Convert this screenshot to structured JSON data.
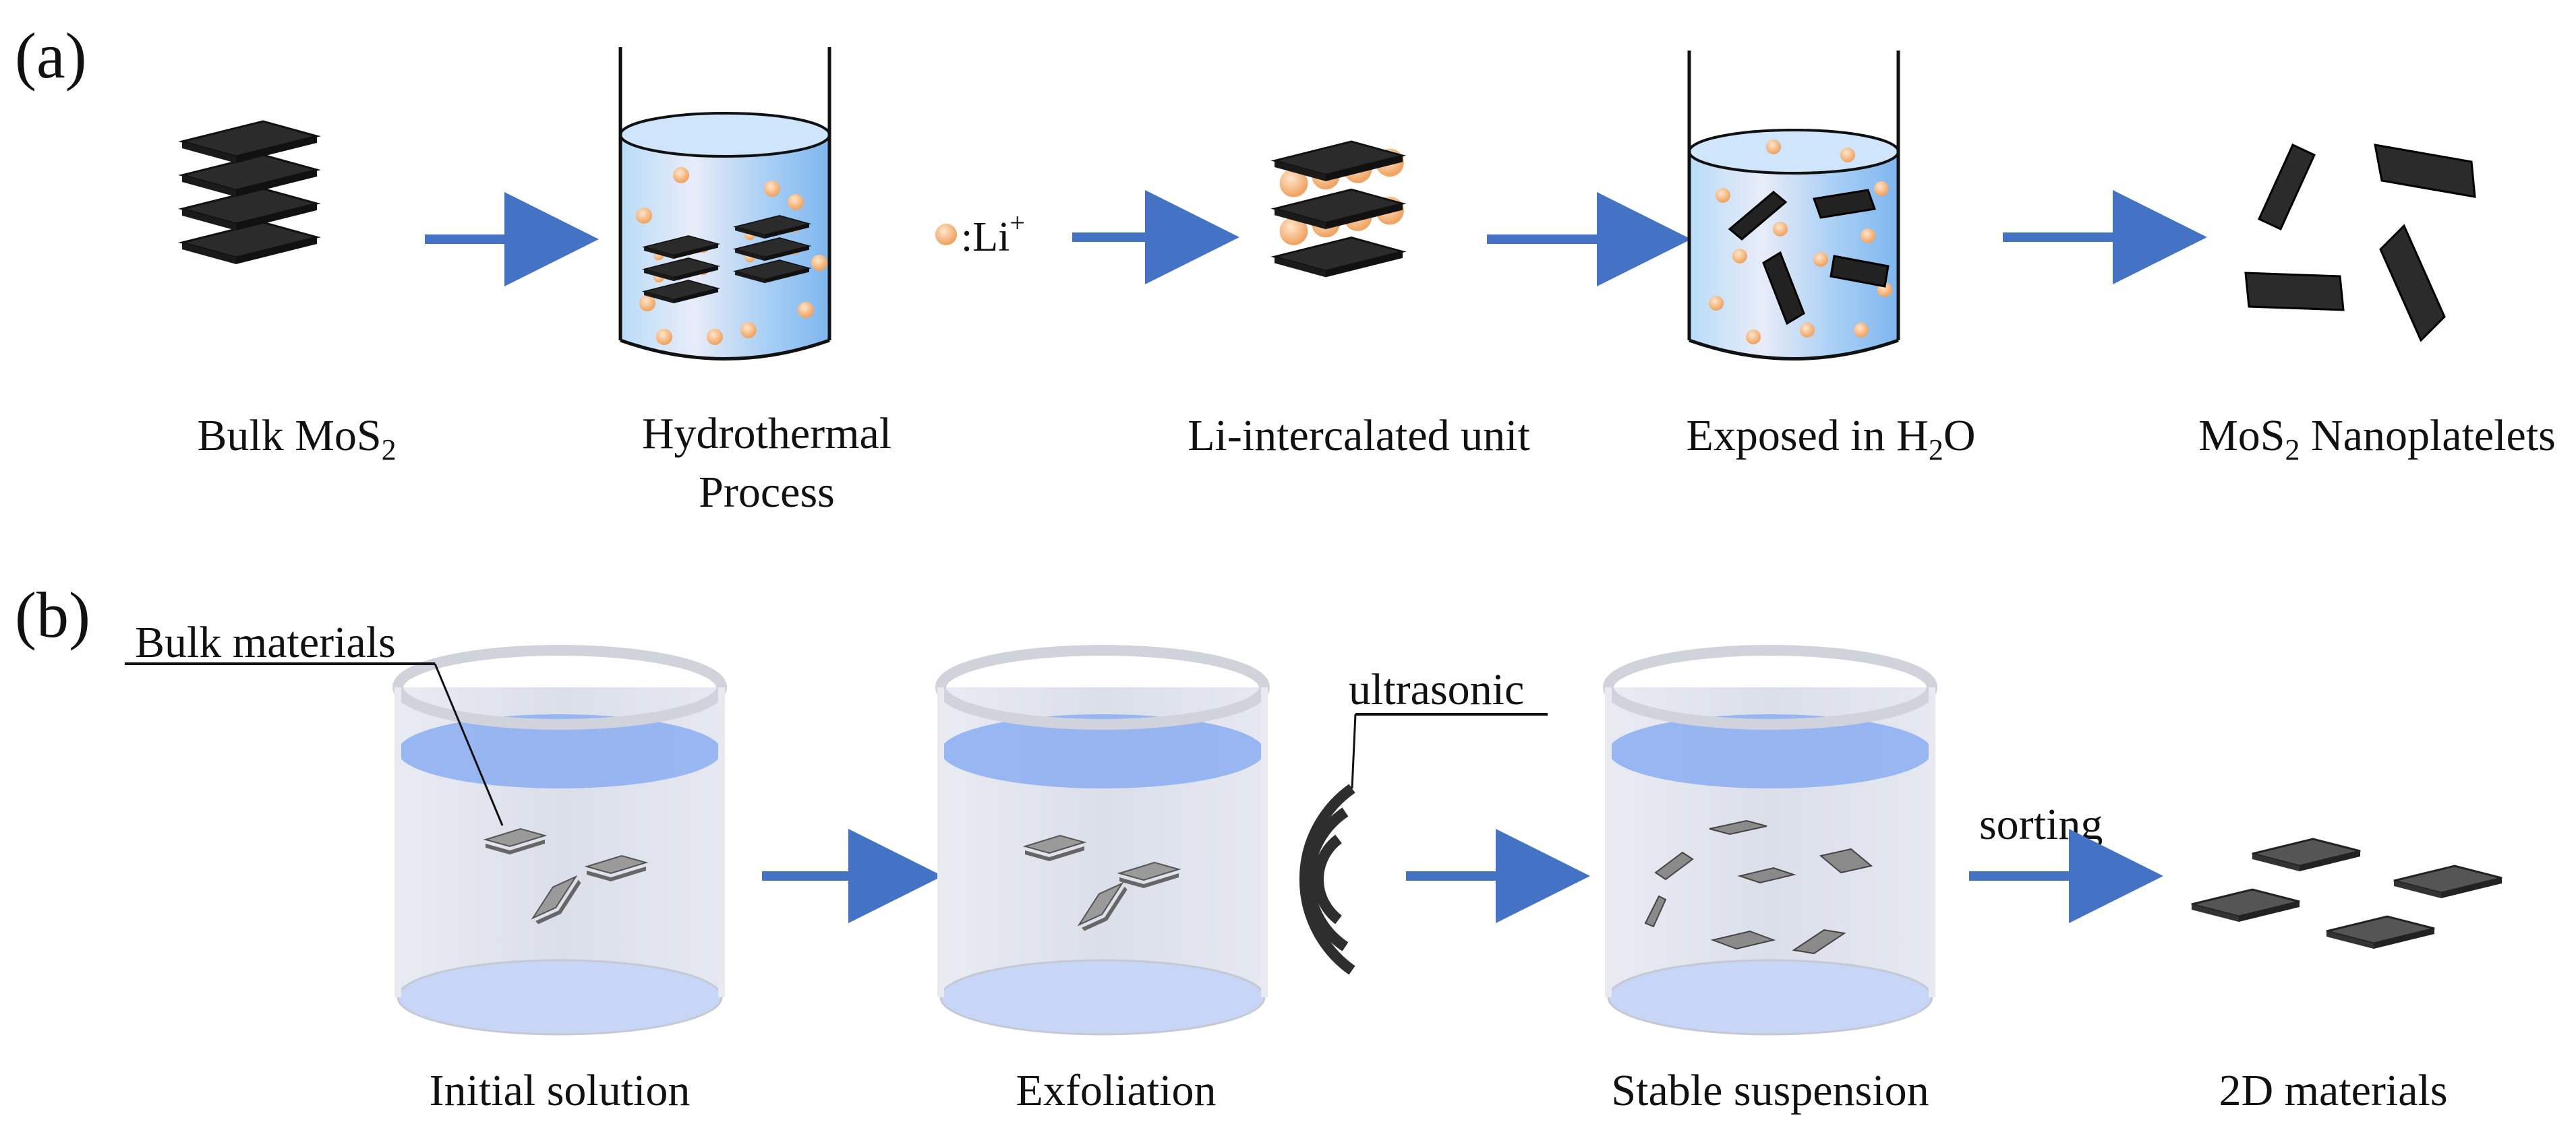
{
  "panel_a": {
    "label": "(a)",
    "steps": [
      {
        "main": "Bulk MoS",
        "sub": "2",
        "tail": ""
      },
      {
        "line1": "Hydrothermal",
        "line2": "Process"
      },
      {
        "main": "Li-intercalated unit"
      },
      {
        "main": "Exposed in H",
        "sub": "2",
        "tail": "O"
      },
      {
        "main": "MoS",
        "sub": "2",
        "tail": " Nanoplatelets"
      }
    ],
    "li_legend": {
      "text": ":Li",
      "sup": "+"
    }
  },
  "panel_b": {
    "label": "(b)",
    "bulk_materials_label": "Bulk materials",
    "ultrasonic_label": "ultrasonic",
    "sorting_label": "sorting",
    "steps": [
      "Initial solution",
      "Exfoliation",
      "Stable suspension",
      "2D materials"
    ]
  },
  "colors": {
    "arrow": "#4472c4",
    "sheet": "#2b2b2b",
    "li_ion": "#f5b47a",
    "liquid_a": "#9cc8f5",
    "liquid_b": "#c4d4f2",
    "flake": "#8a8a8a"
  }
}
